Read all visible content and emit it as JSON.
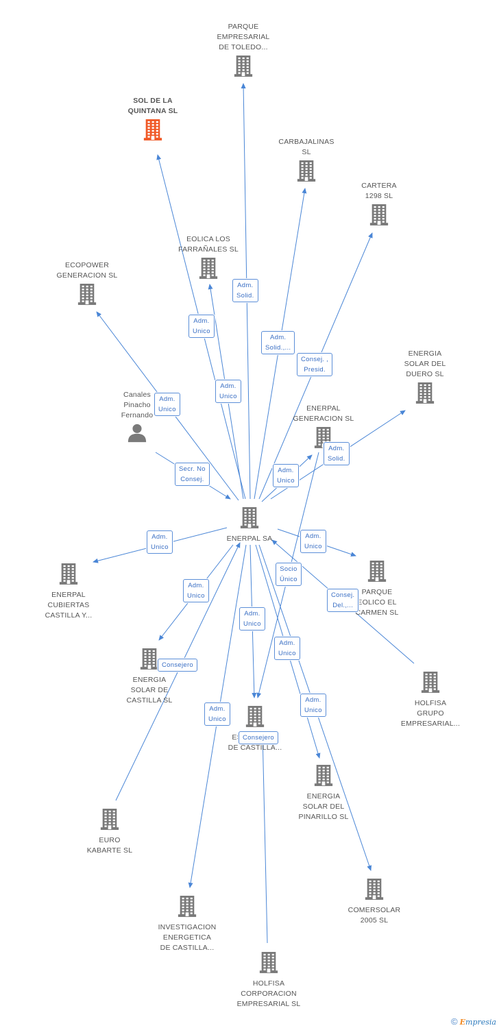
{
  "colors": {
    "edge": "#4a86d6",
    "building": "#7a7a7a",
    "highlight": "#f05a28",
    "person": "#7a7a7a"
  },
  "nodes": [
    {
      "id": "parque_toledo",
      "label": "PARQUE\nEMPRESARIAL\nDE TOLEDO...",
      "icon": "building-icon",
      "color": "#7a7a7a"
    },
    {
      "id": "sol_quintana",
      "label": "SOL DE LA\nQUINTANA SL",
      "icon": "building-icon",
      "color": "#f05a28"
    },
    {
      "id": "carbajalinas",
      "label": "CARBAJALINAS\nSL",
      "icon": "building-icon",
      "color": "#7a7a7a"
    },
    {
      "id": "cartera_1298",
      "label": "CARTERA\n1298  SL",
      "icon": "building-icon",
      "color": "#7a7a7a"
    },
    {
      "id": "eolica_farranales",
      "label": "EOLICA LOS\nFARRAÑALES SL",
      "icon": "building-icon",
      "color": "#7a7a7a"
    },
    {
      "id": "ecopower",
      "label": "ECOPOWER\nGENERACION SL",
      "icon": "building-icon",
      "color": "#7a7a7a"
    },
    {
      "id": "energia_duero",
      "label": "ENERGIA\nSOLAR DEL\nDUERO SL",
      "icon": "building-icon",
      "color": "#7a7a7a"
    },
    {
      "id": "canales",
      "label": "Canales\nPinacho\nFernando",
      "icon": "person-icon",
      "color": "#7a7a7a"
    },
    {
      "id": "enerpal_generacion",
      "label": "ENERPAL\nGENERACION SL",
      "icon": "building-icon",
      "color": "#7a7a7a"
    },
    {
      "id": "enerpal_sa",
      "label": "ENERPAL SA",
      "icon": "building-icon",
      "color": "#7a7a7a"
    },
    {
      "id": "enerpal_cubiertas",
      "label": "ENERPAL\nCUBIERTAS\nCASTILLA Y...",
      "icon": "building-icon",
      "color": "#7a7a7a"
    },
    {
      "id": "parque_eolico_carmen",
      "label": "PARQUE\nEOLICO EL\nCARMEN SL",
      "icon": "building-icon",
      "color": "#7a7a7a"
    },
    {
      "id": "energia_castilla",
      "label": "ENERGIA\nSOLAR DE\nCASTILLA SL",
      "icon": "building-icon",
      "color": "#7a7a7a"
    },
    {
      "id": "holfisa_grupo",
      "label": "HOLFISA\nGRUPO\nEMPRESARIAL...",
      "icon": "building-icon",
      "color": "#7a7a7a"
    },
    {
      "id": "especiales_castilla",
      "label": "ESPECIALES\nDE CASTILLA...",
      "icon": "building-icon",
      "color": "#7a7a7a"
    },
    {
      "id": "energia_pinarillo",
      "label": "ENERGIA\nSOLAR DEL\nPINARILLO SL",
      "icon": "building-icon",
      "color": "#7a7a7a"
    },
    {
      "id": "euro_kabarte",
      "label": "EURO\nKABARTE SL",
      "icon": "building-icon",
      "color": "#7a7a7a"
    },
    {
      "id": "comersolar",
      "label": "COMERSOLAR\n2005 SL",
      "icon": "building-icon",
      "color": "#7a7a7a"
    },
    {
      "id": "investigacion",
      "label": "INVESTIGACION\nENERGETICA\nDE CASTILLA...",
      "icon": "building-icon",
      "color": "#7a7a7a"
    },
    {
      "id": "holfisa_corporacion",
      "label": "HOLFISA\nCORPORACION\nEMPRESARIAL SL",
      "icon": "building-icon",
      "color": "#7a7a7a"
    }
  ],
  "edges": [
    {
      "from": "enerpal_sa",
      "to": "parque_toledo",
      "label": "Adm.\nSolid."
    },
    {
      "from": "enerpal_sa",
      "to": "sol_quintana",
      "label": "Adm.\nUnico"
    },
    {
      "from": "enerpal_sa",
      "to": "carbajalinas",
      "label": "Adm.\nSolid.,..."
    },
    {
      "from": "enerpal_sa",
      "to": "cartera_1298",
      "label": "Consej. ,\nPresid."
    },
    {
      "from": "enerpal_sa",
      "to": "eolica_farranales",
      "label": "Adm.\nUnico"
    },
    {
      "from": "enerpal_sa",
      "to": "ecopower",
      "label": "Adm.\nUnico"
    },
    {
      "from": "enerpal_sa",
      "to": "energia_duero",
      "label": "Adm.\nSolid."
    },
    {
      "from": "canales",
      "to": "enerpal_sa",
      "label": "Secr.  No\nConsej."
    },
    {
      "from": "enerpal_sa",
      "to": "enerpal_generacion",
      "label": "Adm.\nUnico"
    },
    {
      "from": "enerpal_sa",
      "to": "enerpal_cubiertas",
      "label": "Adm.\nUnico"
    },
    {
      "from": "enerpal_sa",
      "to": "parque_eolico_carmen",
      "label": "Adm.\nUnico"
    },
    {
      "from": "enerpal_sa",
      "to": "energia_castilla",
      "label": "Adm.\nUnico"
    },
    {
      "from": "enerpal_generacion",
      "to": "especiales_castilla",
      "label": "Socio\nÚnico"
    },
    {
      "from": "holfisa_grupo",
      "to": "enerpal_sa",
      "label": "Consej.\nDel.,..."
    },
    {
      "from": "enerpal_sa",
      "to": "especiales_castilla",
      "label": "Adm.\nUnico"
    },
    {
      "from": "enerpal_sa",
      "to": "energia_pinarillo",
      "label": "Adm.\nUnico"
    },
    {
      "from": "euro_kabarte",
      "to": "enerpal_sa",
      "label": "Consejero"
    },
    {
      "from": "enerpal_sa",
      "to": "comersolar",
      "label": "Adm.\nUnico"
    },
    {
      "from": "enerpal_sa",
      "to": "investigacion",
      "label": "Adm.\nUnico"
    },
    {
      "from": "holfisa_corporacion",
      "to": "enerpal_sa",
      "label": "Consejero"
    }
  ],
  "footer": {
    "copyright": "©",
    "brand_first": "E",
    "brand_rest": "mpresia"
  }
}
